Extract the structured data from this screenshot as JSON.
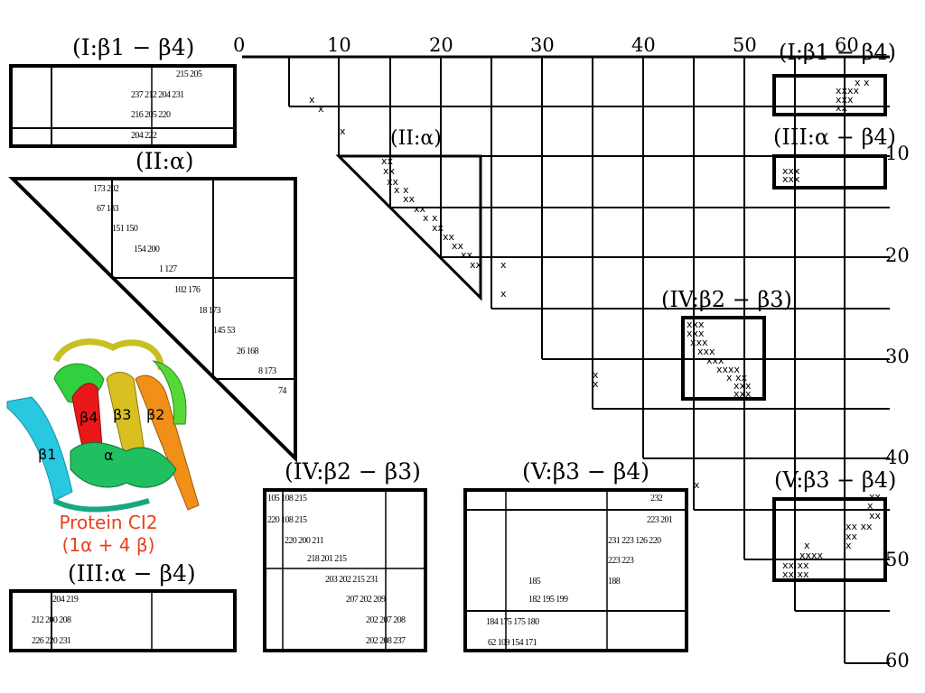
{
  "labels": {
    "i_beta1_beta4": "(I:β1 − β4)",
    "ii_alpha": "(II:α)",
    "iii_alpha_beta4": "(III:α − β4)",
    "iv_beta2_beta3": "(IV:β2 − β3)",
    "v_beta3_beta4": "(V:β3 − β4)"
  },
  "axis": {
    "top_ticks": [
      "0",
      "10",
      "20",
      "30",
      "40",
      "50",
      "60"
    ],
    "right_ticks": [
      "10",
      "20",
      "30",
      "40",
      "50",
      "60"
    ]
  },
  "caption": {
    "line1": "Protein CI2",
    "line2": "(1α + 4 β)"
  },
  "protein_labels": [
    "β1",
    "β2",
    "β3",
    "β4",
    "α"
  ],
  "panel_I": [
    "215 205",
    "237 212 204 231",
    "216 205 220",
    "204 222"
  ],
  "panel_II": [
    "173 202",
    "67 183",
    "151 150",
    "154 200",
    "1 127",
    "102 176",
    "18 173",
    "145 53",
    "26 168",
    "8 173",
    "74"
  ],
  "panel_III": [
    "204 219",
    "212 200 208",
    "226 220 231"
  ],
  "panel_IV": [
    "105 108 215",
    "220 108 215",
    "220 200 211",
    "218 201 215",
    "203 202 215 231",
    "207 202 209",
    "202 207 208",
    "202 208 237"
  ],
  "panel_V": [
    "232",
    "223 201",
    "231 223 126 220",
    "223 223",
    "185",
    "188",
    "182 195 199",
    "184 175 175 180",
    "62 109 154 171"
  ],
  "colors": {
    "caption": "#e8401c",
    "alpha_helix": "#20c060"
  }
}
